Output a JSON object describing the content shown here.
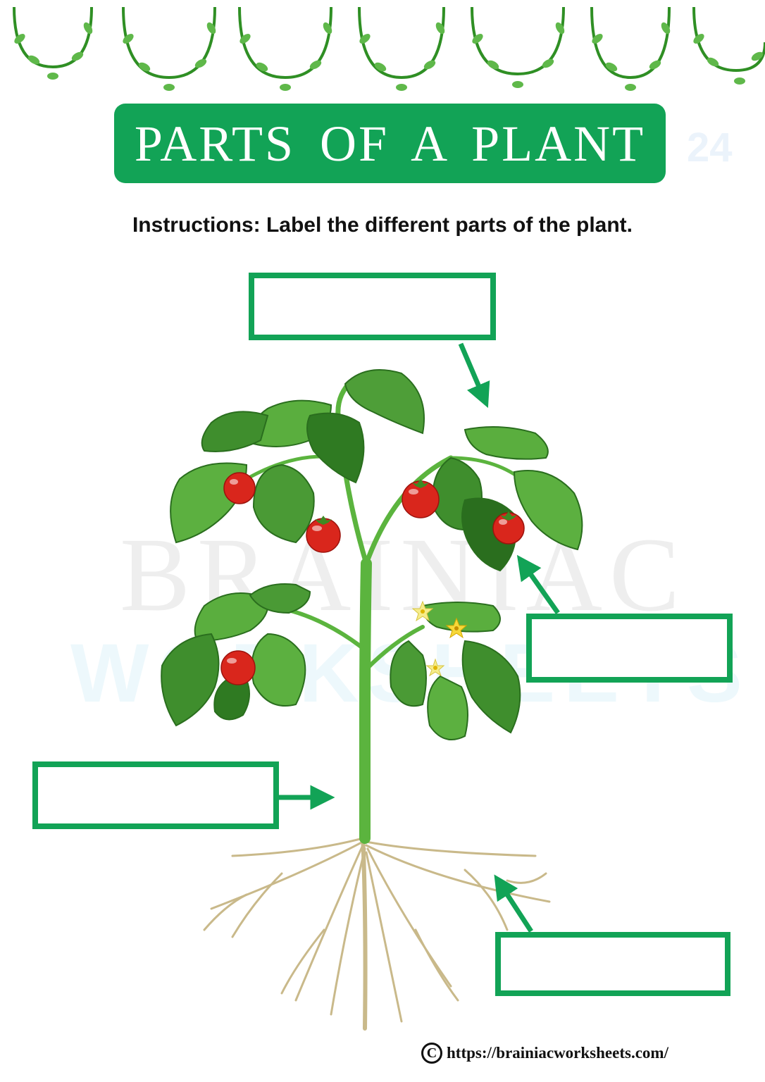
{
  "worksheet": {
    "title": "PARTS OF A PLANT",
    "instructions": "Instructions: Label the different parts of the plant.",
    "answer_boxes": [
      {
        "id": "box-top",
        "value": ""
      },
      {
        "id": "box-right",
        "value": ""
      },
      {
        "id": "box-left",
        "value": ""
      },
      {
        "id": "box-bottom",
        "value": ""
      }
    ]
  },
  "watermark": {
    "line1": "BRAINIAC",
    "line2": "WORKSHEETS",
    "number": "24"
  },
  "footer": {
    "copyright_symbol": "C",
    "url": "https://brainiacworksheets.com/"
  },
  "colors": {
    "accent_green": "#12a356",
    "leaf_green": "#3f9e2f",
    "tomato_red": "#d9261c",
    "root_tan": "#c9b98a"
  },
  "icons": [
    "vine-border-icon",
    "plant-illustration-icon",
    "arrow-icon",
    "copyright-icon"
  ]
}
